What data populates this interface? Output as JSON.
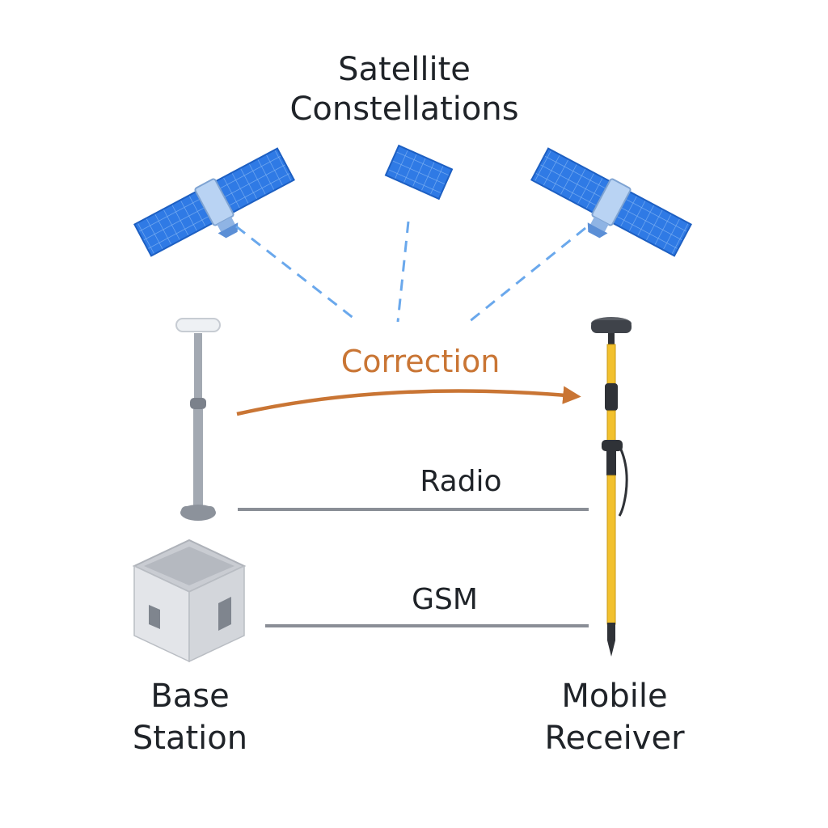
{
  "title": {
    "line1": "Satellite",
    "line2": "Constellations"
  },
  "links": {
    "correction": "Correction",
    "radio": "Radio",
    "gsm": "GSM"
  },
  "base_station": {
    "line1": "Base",
    "line2": "Station"
  },
  "mobile_receiver": {
    "line1": "Mobile",
    "line2": "Receiver"
  },
  "colors": {
    "satellite_panel": "#2f7ae5",
    "signal": "#6aa8ec",
    "correction": "#c97534",
    "link_line": "#8a8e96",
    "pole_yellow": "#f2c12e"
  },
  "icons": [
    "satellite-icon",
    "gnss-antenna-icon",
    "base-station-building-icon",
    "survey-pole-icon"
  ]
}
